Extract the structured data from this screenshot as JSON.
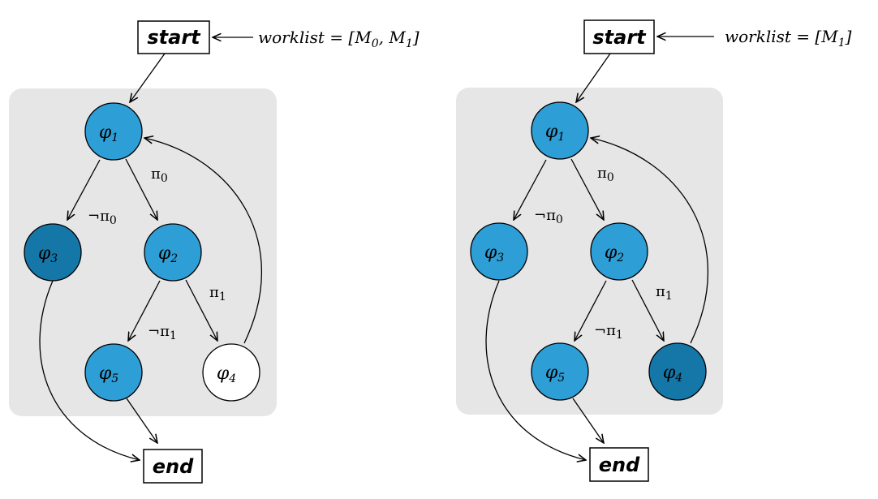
{
  "colors": {
    "panel": "#e6e6e6",
    "node_light": "#2e9ed6",
    "node_dark": "#1477a8",
    "node_white": "#ffffff",
    "stroke": "#000000"
  },
  "left": {
    "start_label": "start",
    "end_label": "end",
    "worklist_label": "worklist = [M",
    "worklist_sub0": "0",
    "worklist_sep": ", M",
    "worklist_sub1": "1",
    "worklist_close": "]",
    "nodes": [
      {
        "id": "phi1",
        "var": "φ",
        "sub": "1",
        "fill": "light"
      },
      {
        "id": "phi2",
        "var": "φ",
        "sub": "2",
        "fill": "light"
      },
      {
        "id": "phi3",
        "var": "φ",
        "sub": "3",
        "fill": "dark"
      },
      {
        "id": "phi4",
        "var": "φ",
        "sub": "4",
        "fill": "white"
      },
      {
        "id": "phi5",
        "var": "φ",
        "sub": "5",
        "fill": "light"
      }
    ],
    "edge_labels": {
      "pi0": "π",
      "pi0_sub": "0",
      "notpi0": "¬π",
      "notpi0_sub": "0",
      "pi1": "π",
      "pi1_sub": "1",
      "notpi1": "¬π",
      "notpi1_sub": "1"
    }
  },
  "right": {
    "start_label": "start",
    "end_label": "end",
    "worklist_label": "worklist = [M",
    "worklist_sub1": "1",
    "worklist_close": "]",
    "nodes": [
      {
        "id": "phi1",
        "var": "φ",
        "sub": "1",
        "fill": "light"
      },
      {
        "id": "phi2",
        "var": "φ",
        "sub": "2",
        "fill": "light"
      },
      {
        "id": "phi3",
        "var": "φ",
        "sub": "3",
        "fill": "light"
      },
      {
        "id": "phi4",
        "var": "φ",
        "sub": "4",
        "fill": "dark"
      },
      {
        "id": "phi5",
        "var": "φ",
        "sub": "5",
        "fill": "light"
      }
    ],
    "edge_labels": {
      "pi0": "π",
      "pi0_sub": "0",
      "notpi0": "¬π",
      "notpi0_sub": "0",
      "pi1": "π",
      "pi1_sub": "1",
      "notpi1": "¬π",
      "notpi1_sub": "1"
    }
  }
}
